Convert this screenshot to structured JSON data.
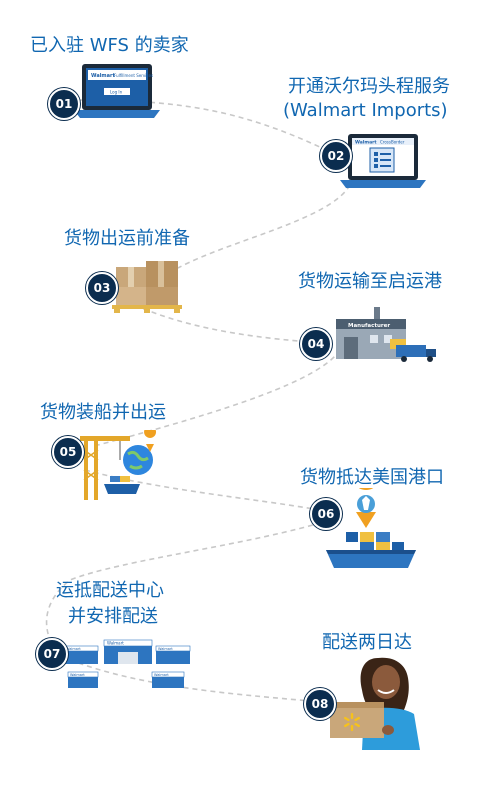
{
  "colors": {
    "accent": "#1167b1",
    "badge": "#0b2d4f",
    "dash": "#c8c8c8"
  },
  "steps": [
    {
      "num": "01",
      "title": "已入驻 WFS 的卖家",
      "icon": "laptop-icon",
      "screen_brand": "Walmart",
      "screen_sub": "Fulfillment Services",
      "screen_button": "Log In"
    },
    {
      "num": "02",
      "title_line1": "开通沃尔玛头程服务",
      "title_line2": "(Walmart Imports)",
      "icon": "laptop-checklist-icon",
      "screen_brand": "Walmart",
      "screen_sub": "CrossBorder"
    },
    {
      "num": "03",
      "title": "货物出运前准备",
      "icon": "boxes-on-pallet-icon"
    },
    {
      "num": "04",
      "title": "货物运输至启运港",
      "icon": "factory-truck-icon",
      "building_label": "Manufacturer"
    },
    {
      "num": "05",
      "title": "货物装船并出运",
      "icon": "crane-globe-ship-icon"
    },
    {
      "num": "06",
      "title": "货物抵达美国港口",
      "icon": "statue-of-liberty-cargo-ship-icon"
    },
    {
      "num": "07",
      "title_line1": "运抵配送中心",
      "title_line2": "并安排配送",
      "icon": "fulfillment-centers-icon",
      "fc_label": "Walmart"
    },
    {
      "num": "08",
      "title": "配送两日达",
      "icon": "woman-holding-package-icon"
    }
  ]
}
